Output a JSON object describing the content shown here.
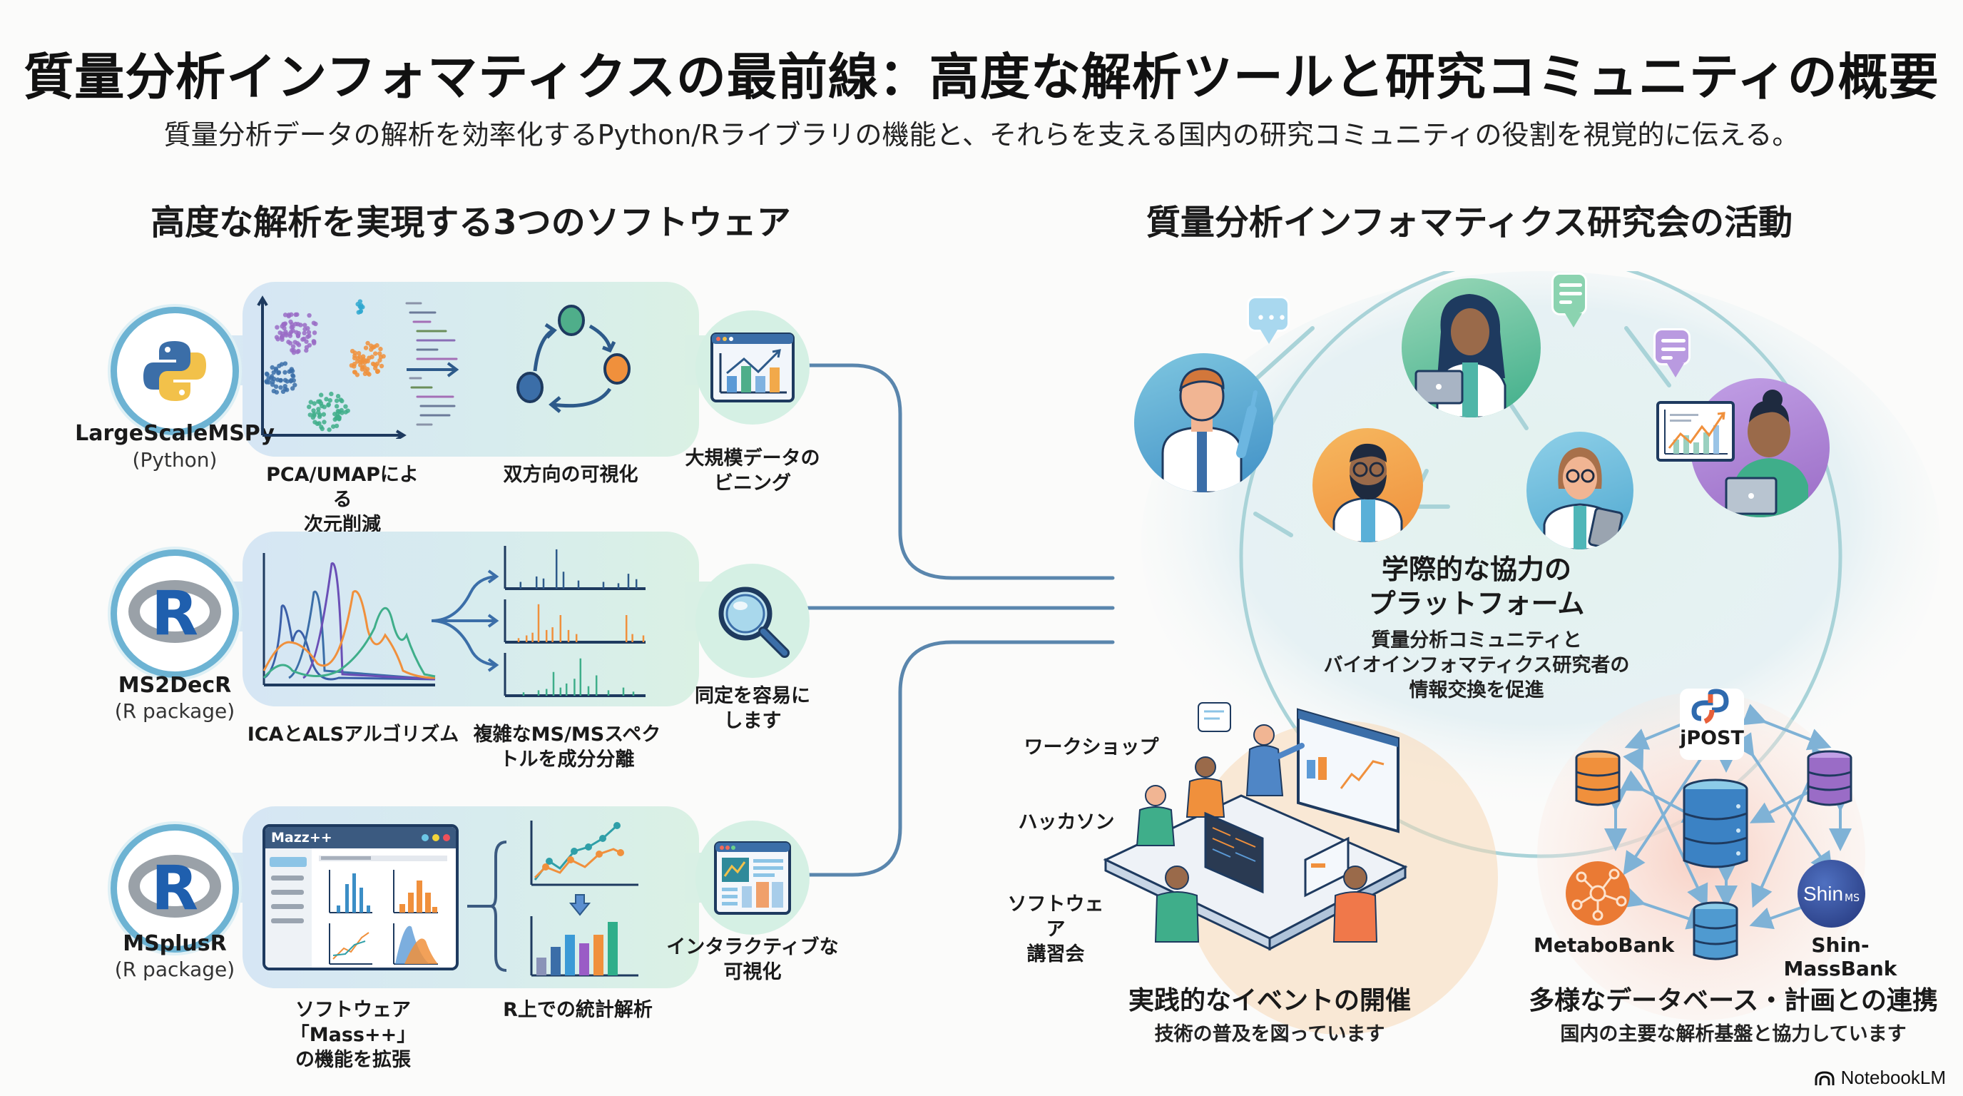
{
  "header": {
    "title": "質量分析インフォマティクスの最前線：高度な解析ツールと研究コミュニティの概要",
    "subtitle": "質量分析データの解析を効率化するPython/Rライブラリの機能と、それらを支える国内の研究コミュニティの役割を視覚的に伝える。"
  },
  "left": {
    "heading": "高度な解析を実現する3つのソフトウェア",
    "tools": [
      {
        "name": "LargeScaleMSPy",
        "language": "(Python)",
        "logo": "python-logo",
        "step1_caption": "PCA/UMAPによる\n次元削減",
        "step2_caption": "双方向の可視化",
        "result_caption": "大規模データの\nビニング",
        "result_icon": "dashboard-chart-icon"
      },
      {
        "name": "MS2DecR",
        "language": "(R package)",
        "logo": "r-logo",
        "step1_caption": "ICAとALSアルゴリズム",
        "step2_caption": "複雑なMS/MSスペク\nトルを成分分離",
        "result_caption": "同定を容易に\nします",
        "result_icon": "magnifier-icon"
      },
      {
        "name": "MSplusR",
        "language": "(R package)",
        "logo": "r-logo",
        "window_title": "Mazz++",
        "step1_caption": "ソフトウェア「Mass++」\nの機能を拡張",
        "step2_caption": "R上での統計解析",
        "result_caption": "インタラクティブな\n可視化",
        "result_icon": "interactive-dashboard-icon"
      }
    ]
  },
  "right": {
    "heading": "質量分析インフォマティクス研究会の活動",
    "platform": {
      "title": "学際的な協力の\nプラットフォーム",
      "body": "質量分析コミュニティと\nバイオインフォマティクス研究者の\n情報交換を促進"
    },
    "events": {
      "labels": [
        "ワークショップ",
        "ハッカソン",
        "ソフトウェア\n講習会"
      ],
      "title": "実践的なイベントの開催",
      "body": "技術の普及を図っています"
    },
    "databases": {
      "nodes": [
        "jPOST",
        "MetaboBank",
        "Shin-MassBank"
      ],
      "shin_logo_text": "Shin",
      "shin_logo_sub": "MS",
      "title": "多様なデータベース・計画との連携",
      "body": "国内の主要な解析基盤と協力しています"
    }
  },
  "footer": {
    "brand": "NotebookLM"
  },
  "colors": {
    "line_blue": "#5a86ad",
    "panel_blue": "#d6e6f4",
    "panel_green": "#daf1e4",
    "python_blue": "#3b6ea8",
    "python_yellow": "#f2c14a",
    "r_blue": "#1f5fae",
    "orange": "#f0903c",
    "purple": "#9a6cc6",
    "green": "#3fae8a"
  }
}
